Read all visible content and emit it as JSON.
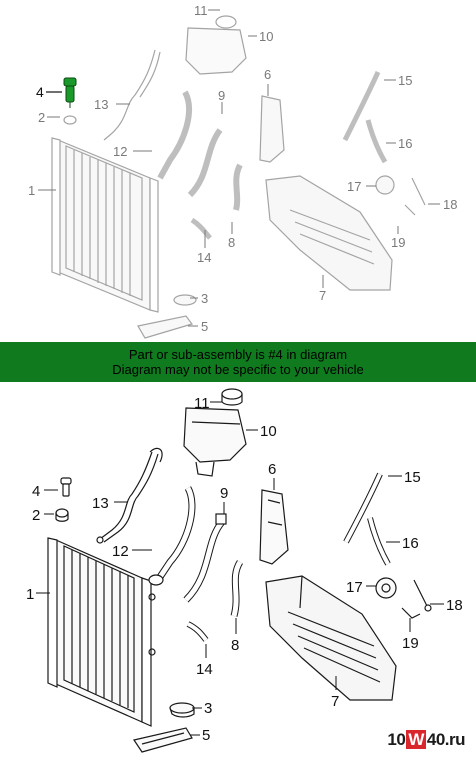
{
  "banner": {
    "line1": "Part or sub-assembly is #4 in diagram",
    "line2": "Diagram may not be specific to your vehicle",
    "color": "#0f7a1e"
  },
  "highlight_part": "4",
  "highlight_color": "#1a9a2a",
  "callouts": [
    "1",
    "2",
    "3",
    "4",
    "5",
    "6",
    "7",
    "8",
    "9",
    "10",
    "11",
    "12",
    "13",
    "14",
    "15",
    "16",
    "17",
    "18",
    "19"
  ],
  "watermark": {
    "pre": "10",
    "mid": "W",
    "post": "40.ru"
  }
}
